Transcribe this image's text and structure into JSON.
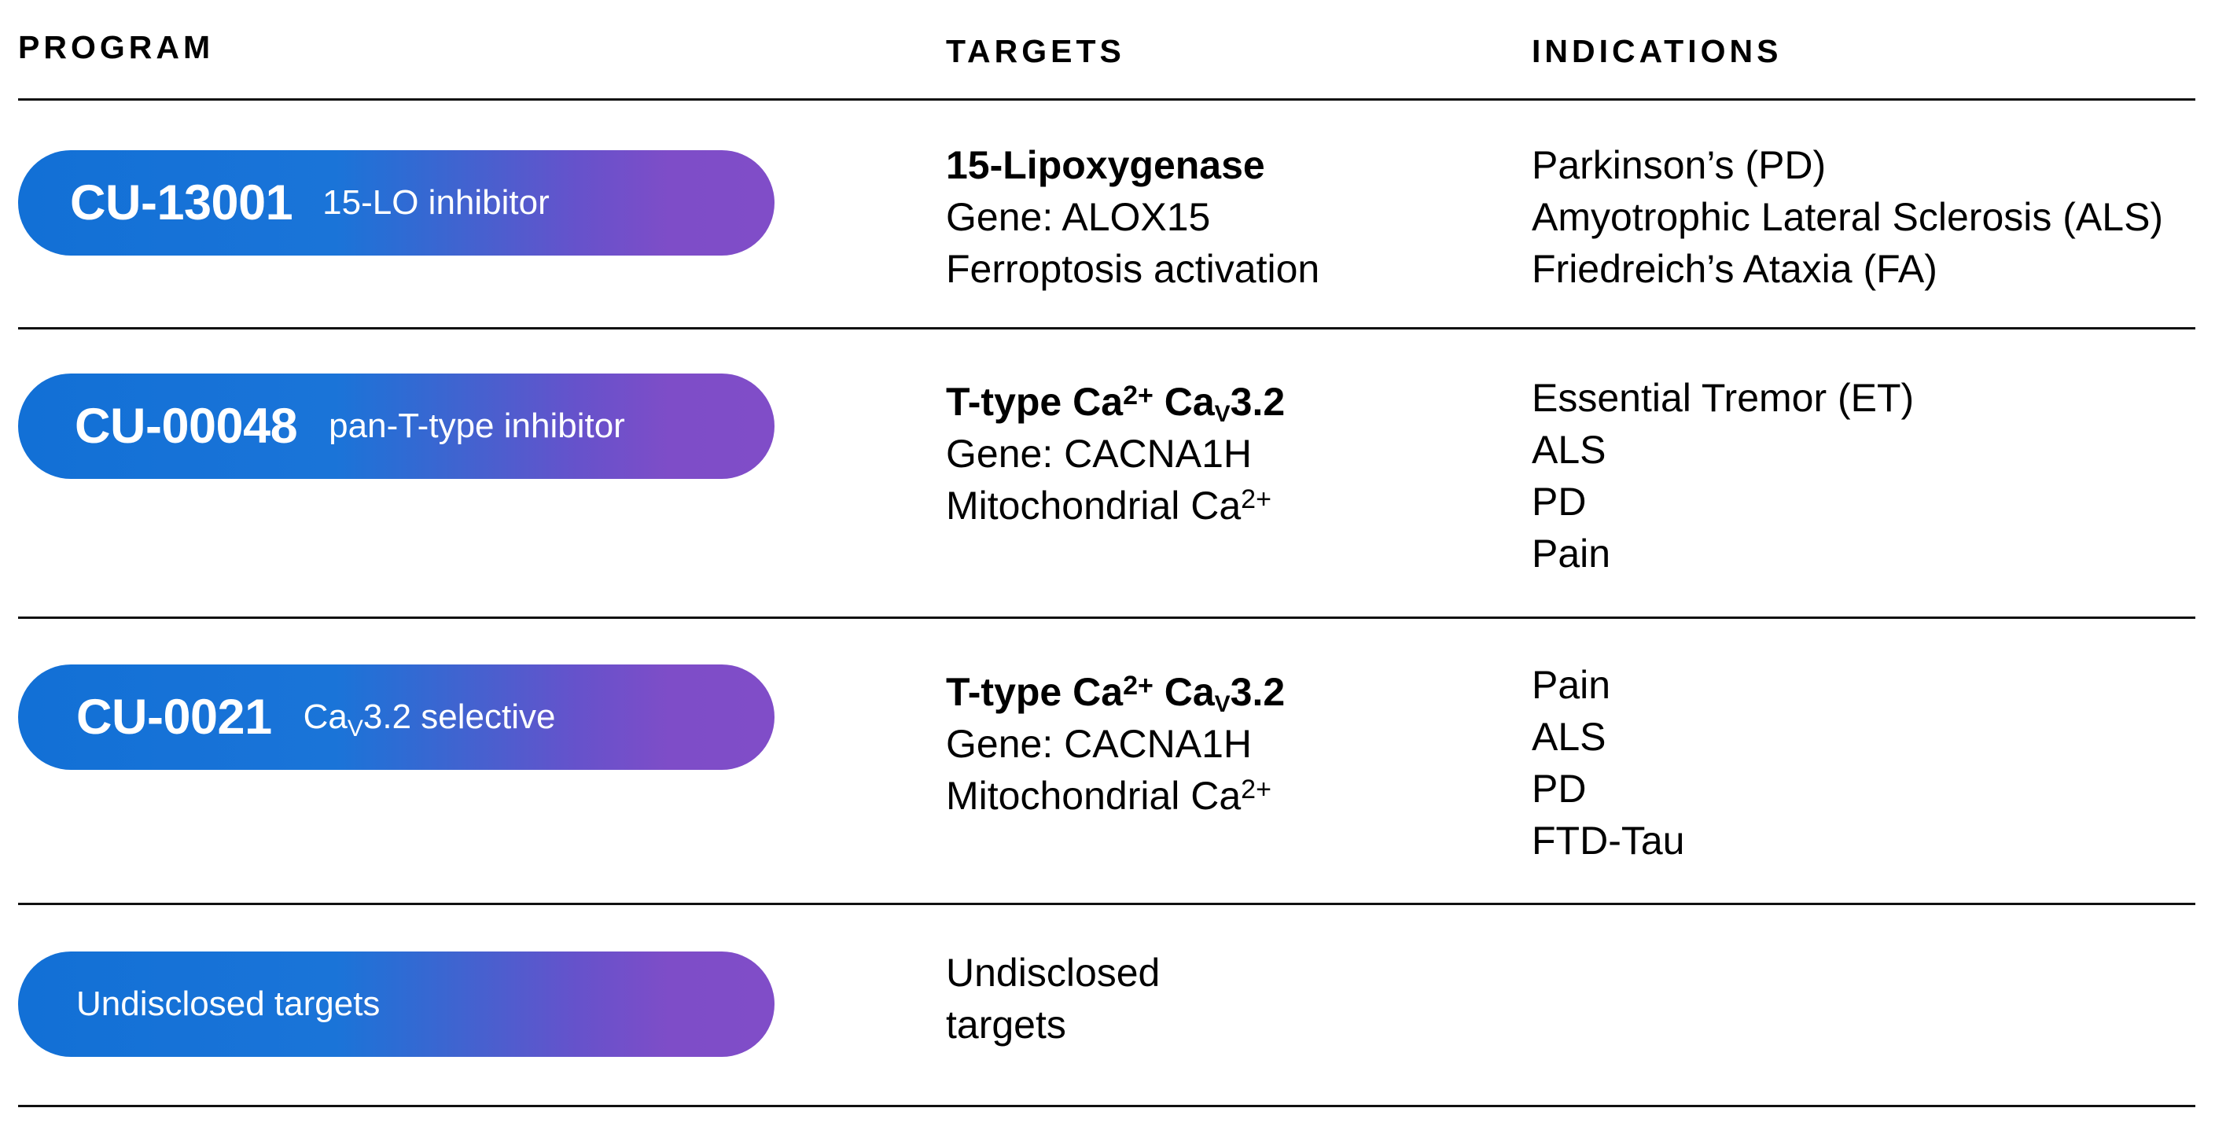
{
  "headers": {
    "program": "PROGRAM",
    "targets": "TARGETS",
    "indications": "INDICATIONS"
  },
  "colors": {
    "pill_gradient_start": "#1270d6",
    "pill_gradient_end": "#804dc8",
    "divider": "#111111",
    "text": "#000000",
    "pill_text": "#ffffff"
  },
  "rows": [
    {
      "program": {
        "code": "CU-13001",
        "subtitle": "15-LO inhibitor"
      },
      "targets": {
        "title": "15-Lipoxygenase",
        "gene": "Gene: ALOX15",
        "mechanism": "Ferroptosis activation"
      },
      "indications": [
        "Parkinson’s (PD)",
        "Amyotrophic Lateral Sclerosis (ALS)",
        "Friedreich’s Ataxia (FA)"
      ]
    },
    {
      "program": {
        "code": "CU-00048",
        "subtitle": "pan-T-type inhibitor"
      },
      "targets": {
        "title_prefix": "T-type Ca",
        "title_ion": "2+",
        "title_channel": "Ca",
        "title_channel_sub": "V",
        "title_channel_suffix": "3.2",
        "gene": "Gene: CACNA1H",
        "mechanism_prefix": "Mitochondrial Ca",
        "mechanism_ion": "2+"
      },
      "indications": [
        "Essential Tremor (ET)",
        "ALS",
        "PD",
        "Pain"
      ]
    },
    {
      "program": {
        "code": "CU-0021",
        "subtitle_prefix": "Ca",
        "subtitle_sub": "V",
        "subtitle_suffix": "3.2 selective"
      },
      "targets": {
        "title_prefix": "T-type Ca",
        "title_ion": "2+",
        "title_channel": "Ca",
        "title_channel_sub": "V",
        "title_channel_suffix": "3.2",
        "gene": "Gene: CACNA1H",
        "mechanism_prefix": "Mitochondrial Ca",
        "mechanism_ion": "2+"
      },
      "indications": [
        "Pain",
        "ALS",
        "PD",
        "FTD-Tau"
      ]
    },
    {
      "program": {
        "label": "Undisclosed targets"
      },
      "targets": {
        "lines": [
          "Undisclosed",
          "targets"
        ]
      },
      "indications": []
    }
  ]
}
